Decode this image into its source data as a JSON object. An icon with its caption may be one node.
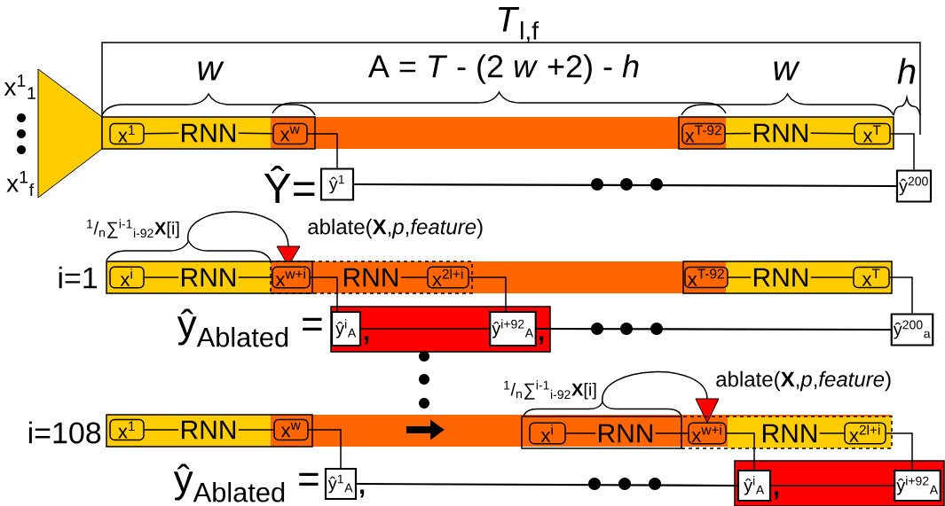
{
  "diagram": {
    "nodes": [
      {
        "text": [],
        "shape": "triangle",
        "beside": [
          "x$^{1}$$_{1}$",
          "x$^{1}$$_{f}$"
        ]
      },
      {
        "text": [],
        "shape": "box"
      },
      {
        "text": [
          "x$^{1}$"
        ],
        "in": 1
      },
      {
        "text": [
          "RNN"
        ],
        "in": 1
      },
      {
        "text": [
          "x$^{w}$"
        ],
        "in": 1
      },
      {
        "text": [],
        "shape": "box"
      },
      {
        "text": [
          "x$^{T-92}$"
        ],
        "in": 5
      },
      {
        "text": [
          "RNN"
        ],
        "in": 5
      },
      {
        "text": [
          "x$^{T}$"
        ],
        "in": 5
      },
      {
        "text": [
          "ŷ$^{1}$"
        ]
      },
      {
        "text": [
          "ŷ$^{200}$"
        ]
      },
      {
        "text": [],
        "shape": "box"
      },
      {
        "text": [
          "x$^{i}$"
        ],
        "in": 11
      },
      {
        "text": [
          "RNN"
        ],
        "in": 11
      },
      {
        "text": [
          "x$^{w+i}$"
        ]
      },
      {
        "text": [],
        "shape": "box"
      },
      {
        "text": [
          "RNN"
        ],
        "in": 15
      },
      {
        "text": [
          "x$^{2l+i}$"
        ],
        "in": 15
      },
      {
        "text": [],
        "shape": "box"
      },
      {
        "text": [
          "x$^{T-92}$"
        ],
        "in": 18
      },
      {
        "text": [
          "RNN"
        ],
        "in": 18
      },
      {
        "text": [
          "x$^{T}$"
        ],
        "in": 18
      },
      {
        "text": [],
        "shape": "box"
      },
      {
        "text": [
          "ŷ$^{i}$$_{A}$"
        ],
        "in": 22,
        "beside": [
          ","
        ]
      },
      {
        "text": [
          "ŷ$^{i+92}$$_{A}$"
        ],
        "in": 22,
        "beside": [
          ","
        ]
      },
      {
        "text": [
          "ŷ$^{200}$$_{a}$"
        ]
      },
      {
        "text": [],
        "shape": "box"
      },
      {
        "text": [
          "x$^{1}$"
        ],
        "in": 26
      },
      {
        "text": [
          "RNN"
        ],
        "in": 26
      },
      {
        "text": [
          "x$^{w}$"
        ],
        "in": 26
      },
      {
        "text": [
          "ŷ$^{1}$$_{A}$"
        ],
        "beside": [
          ","
        ]
      },
      {
        "text": [],
        "shape": "box"
      },
      {
        "text": [
          "x$^{i}$"
        ],
        "in": 31
      },
      {
        "text": [
          "RNN"
        ],
        "in": 31
      },
      {
        "text": [],
        "shape": "box"
      },
      {
        "text": [
          "x$^{w+i}$"
        ],
        "in": 34
      },
      {
        "text": [
          "RNN"
        ],
        "in": 34
      },
      {
        "text": [
          "x$^{2l+i}$"
        ],
        "in": 34
      },
      {
        "text": [],
        "shape": "box"
      },
      {
        "text": [
          "ŷ$^{i}$$_{A}$"
        ],
        "in": 38,
        "beside": [
          ","
        ]
      },
      {
        "text": [
          "ŷ$^{i+92}$$_{A}$"
        ],
        "in": 38
      }
    ],
    "edges": [
      {
        "from": 2,
        "to": 3,
        "arrow": "none"
      },
      {
        "from": 3,
        "to": 4,
        "arrow": "none"
      },
      {
        "from": 4,
        "to": 9,
        "arrow": "none"
      },
      {
        "from": 6,
        "to": 7,
        "arrow": "none"
      },
      {
        "from": 7,
        "to": 8,
        "arrow": "none"
      },
      {
        "from": 8,
        "to": 10,
        "arrow": "none"
      },
      {
        "from": 9,
        "to": 10,
        "arrow": "none"
      },
      {
        "from": 12,
        "to": 13,
        "arrow": "none"
      },
      {
        "from": 13,
        "to": 14,
        "arrow": "none"
      },
      {
        "from": 14,
        "to": 23,
        "arrow": "none"
      },
      {
        "from": 16,
        "to": 17,
        "arrow": "none"
      },
      {
        "from": 17,
        "to": 24,
        "arrow": "none"
      },
      {
        "from": 23,
        "to": 24,
        "arrow": "none"
      },
      {
        "from": 24,
        "to": 25,
        "arrow": "none"
      },
      {
        "from": 19,
        "to": 20,
        "arrow": "none"
      },
      {
        "from": 20,
        "to": 21,
        "arrow": "none"
      },
      {
        "from": 21,
        "to": 25,
        "arrow": "none"
      },
      {
        "from": 27,
        "to": 28,
        "arrow": "none"
      },
      {
        "from": 28,
        "to": 29,
        "arrow": "none"
      },
      {
        "from": 29,
        "to": 30,
        "arrow": "none"
      },
      {
        "from": 30,
        "to": 39,
        "arrow": "none"
      },
      {
        "from": 32,
        "to": 33,
        "arrow": "none"
      },
      {
        "from": 33,
        "to": 35,
        "arrow": "none"
      },
      {
        "from": 35,
        "to": 39,
        "arrow": "none"
      },
      {
        "from": 36,
        "to": 37,
        "arrow": "none"
      },
      {
        "from": 37,
        "to": 40,
        "arrow": "none"
      },
      {
        "from": 39,
        "to": 40,
        "arrow": "none"
      }
    ],
    "labels": [
      "*T*$_{l,f}$",
      "*w*",
      "A = *T* - (2 *w* +2) - *h*",
      "*w*",
      "*h*",
      "Ŷ=",
      "$^{1}$/$_{n}$∑$^{i-1}$$_{i-92}$**X**[i]",
      "ablate(**X**,*p*,*feature*)",
      "i=1",
      "ŷ$_{Ablated}$ =",
      "$^{1}$/$_{n}$∑$^{i-1}$$_{i-92}$**X**[i]",
      "ablate(**X**,*p*,*feature*)",
      "i=108",
      "ŷ$_{Ablated}$ ="
    ]
  }
}
